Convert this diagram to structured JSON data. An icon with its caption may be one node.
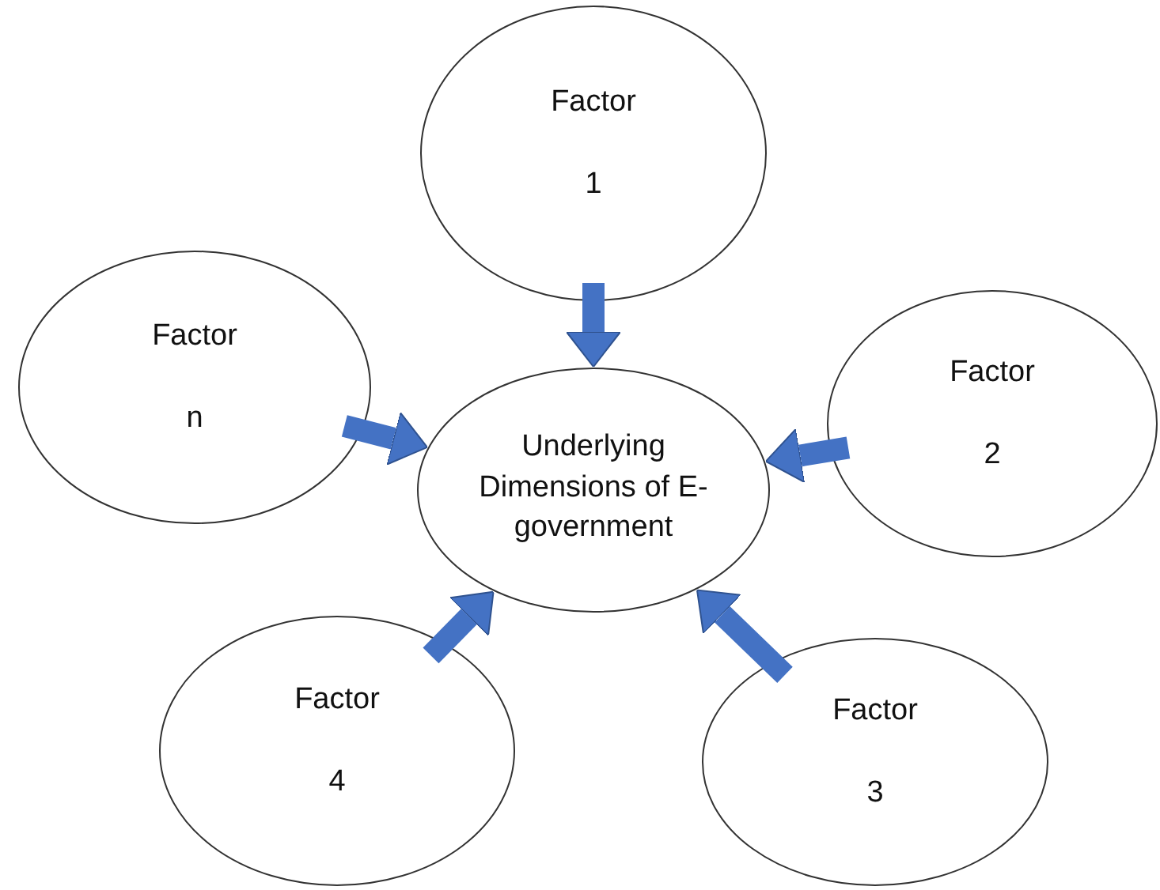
{
  "diagram": {
    "nodes": [
      {
        "text": [
          "Factor",
          "1"
        ]
      },
      {
        "text": [
          "Factor",
          "n"
        ]
      },
      {
        "text": [
          "Underlying Dimensions of E-government"
        ]
      },
      {
        "text": [
          "Factor",
          "2"
        ]
      },
      {
        "text": [
          "Factor",
          "4"
        ]
      },
      {
        "text": [
          "Factor",
          "3"
        ]
      }
    ],
    "edges": [
      {
        "from": 0,
        "to": 2,
        "arrow": "to"
      },
      {
        "from": 1,
        "to": 2,
        "arrow": "to"
      },
      {
        "from": 3,
        "to": 2,
        "arrow": "to"
      },
      {
        "from": 4,
        "to": 2,
        "arrow": "to"
      },
      {
        "from": 5,
        "to": 2,
        "arrow": "to"
      }
    ]
  }
}
